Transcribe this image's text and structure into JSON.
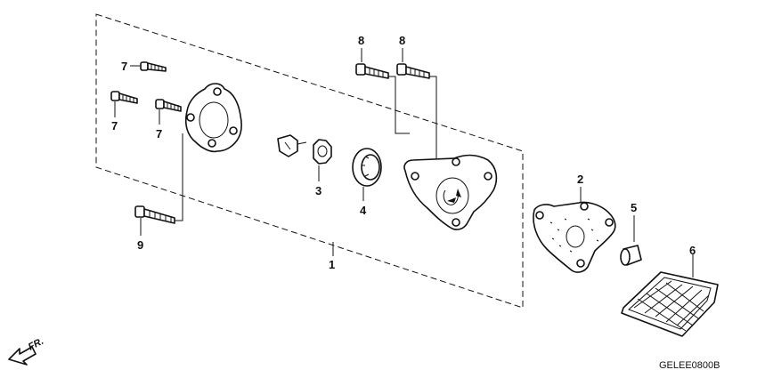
{
  "diagram": {
    "callouts": {
      "c1": "1",
      "c2": "2",
      "c3": "3",
      "c4": "4",
      "c5": "5",
      "c6": "6",
      "c7a": "7",
      "c7b": "7",
      "c7c": "7",
      "c8a": "8",
      "c8b": "8",
      "c9": "9"
    },
    "direction_label": "FR.",
    "diagram_code": "GELEE0800B"
  }
}
